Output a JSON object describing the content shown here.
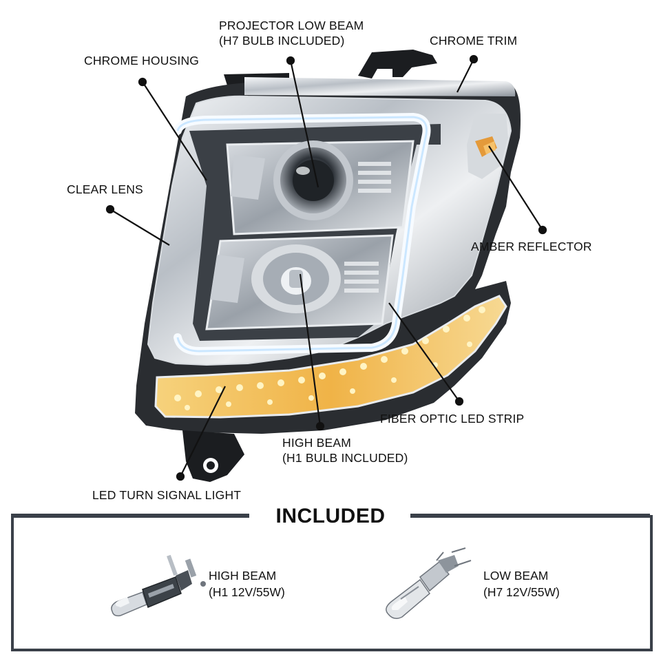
{
  "callouts": {
    "projector_low_beam": [
      "PROJECTOR LOW BEAM",
      "(H7 BULB INCLUDED)"
    ],
    "chrome_trim": "CHROME TRIM",
    "chrome_housing": "CHROME HOUSING",
    "clear_lens": "CLEAR LENS",
    "amber_reflector": "AMBER REFLECTOR",
    "fiber_optic_led_strip": "FIBER OPTIC LED STRIP",
    "high_beam": [
      "HIGH BEAM",
      "(H1 BULB INCLUDED)"
    ],
    "led_turn_signal": "LED TURN SIGNAL LIGHT"
  },
  "included": {
    "title": "INCLUDED",
    "high_beam": [
      "HIGH BEAM",
      "(H1 12V/55W)"
    ],
    "low_beam": [
      "LOW BEAM",
      "(H7 12V/55W)"
    ]
  },
  "colors": {
    "frame": "#3a4049",
    "amber_led": "#f2b64a",
    "chrome": "#c9ced4"
  }
}
